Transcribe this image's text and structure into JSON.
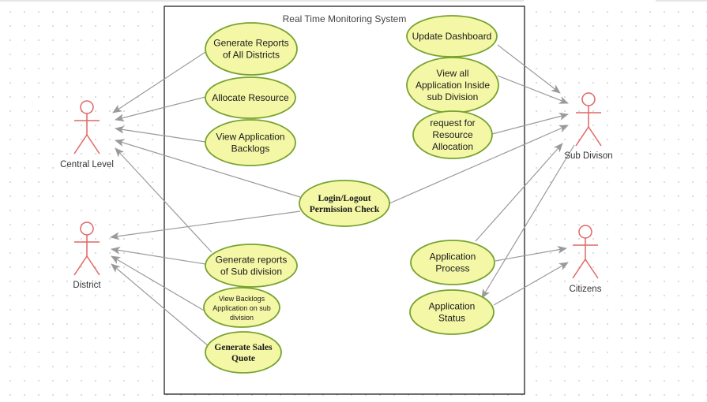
{
  "system": {
    "title": "Real Time Monitoring System"
  },
  "colors": {
    "use_case_fill": "#f4f8a6",
    "use_case_stroke": "#78a22f",
    "actor_stroke": "#e06666",
    "arrow": "#9a9a9a",
    "boundary": "#222222"
  },
  "actors": [
    {
      "id": "central",
      "label": "Central Level"
    },
    {
      "id": "district",
      "label": "District"
    },
    {
      "id": "subdivison",
      "label": "Sub Divison"
    },
    {
      "id": "citizens",
      "label": "Citizens"
    }
  ],
  "use_cases": [
    {
      "id": "generate_reports_all",
      "lines": [
        "Generate Reports",
        "of All Districts"
      ]
    },
    {
      "id": "allocate_resource",
      "lines": [
        "Allocate Resource"
      ]
    },
    {
      "id": "view_app_backlogs",
      "lines": [
        "View Application",
        "Backlogs"
      ]
    },
    {
      "id": "login_logout",
      "lines": [
        "Login/Logout",
        "Permission Check"
      ]
    },
    {
      "id": "generate_reports_sub",
      "lines": [
        "Generate reports",
        "of Sub division"
      ]
    },
    {
      "id": "view_backlogs_sub",
      "lines": [
        "View Backlogs",
        "Application on sub",
        "division"
      ]
    },
    {
      "id": "generate_sales_quote",
      "lines": [
        "Generate Sales",
        "Quote"
      ]
    },
    {
      "id": "update_dashboard",
      "lines": [
        "Update Dashboard"
      ]
    },
    {
      "id": "view_all_apps_sub",
      "lines": [
        "View all",
        "Application Inside",
        "sub Division"
      ]
    },
    {
      "id": "request_resource",
      "lines": [
        "request for",
        "Resource",
        "Allocation"
      ]
    },
    {
      "id": "application_process",
      "lines": [
        "Application",
        "Process"
      ]
    },
    {
      "id": "application_status",
      "lines": [
        "Application",
        "Status"
      ]
    }
  ],
  "associations": [
    {
      "from": "generate_reports_all",
      "to": "central"
    },
    {
      "from": "allocate_resource",
      "to": "central"
    },
    {
      "from": "view_app_backlogs",
      "to": "central"
    },
    {
      "from": "login_logout",
      "to": "central"
    },
    {
      "from": "generate_reports_sub",
      "to": "central"
    },
    {
      "from": "login_logout",
      "to": "district"
    },
    {
      "from": "generate_reports_sub",
      "to": "district"
    },
    {
      "from": "view_backlogs_sub",
      "to": "district"
    },
    {
      "from": "generate_sales_quote",
      "to": "district"
    },
    {
      "from": "update_dashboard",
      "to": "subdivison"
    },
    {
      "from": "view_all_apps_sub",
      "to": "subdivison"
    },
    {
      "from": "request_resource",
      "to": "subdivison"
    },
    {
      "from": "login_logout",
      "to": "subdivison"
    },
    {
      "from": "application_process",
      "to": "subdivison"
    },
    {
      "from": "subdivison",
      "to": "application_status"
    },
    {
      "from": "application_process",
      "to": "citizens"
    },
    {
      "from": "application_status",
      "to": "citizens"
    }
  ]
}
